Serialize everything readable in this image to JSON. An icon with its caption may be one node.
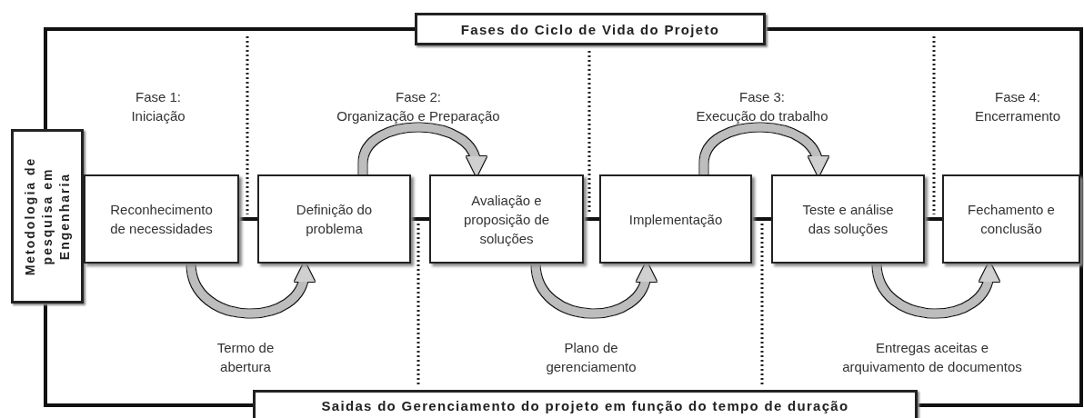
{
  "diagram": {
    "nodes": [
      {
        "text": [
          "Fases do Ciclo de Vida do Projeto"
        ]
      },
      {
        "text": [
          "Metodologia de pesquisa em Engenharia"
        ]
      },
      {
        "text": [
          "Saidas do Gerenciamento do projeto em função do tempo de duração"
        ]
      },
      {
        "text": [
          "Reconhecimento de necessidades"
        ]
      },
      {
        "text": [
          "Definição do problema"
        ]
      },
      {
        "text": [
          "Avaliação e proposição de soluções"
        ]
      },
      {
        "text": [
          "Implementação"
        ]
      },
      {
        "text": [
          "Teste e análise das soluções"
        ]
      },
      {
        "text": [
          "Fechamento e conclusão"
        ]
      }
    ],
    "edges": [
      {
        "from": 0,
        "to": 1,
        "arrow": "none"
      },
      {
        "from": 1,
        "to": 2,
        "arrow": "none"
      },
      {
        "from": 0,
        "to": 2,
        "arrow": "none"
      },
      {
        "from": 3,
        "to": 4,
        "arrow": "none"
      },
      {
        "from": 4,
        "to": 5,
        "arrow": "none"
      },
      {
        "from": 5,
        "to": 6,
        "arrow": "none"
      },
      {
        "from": 6,
        "to": 7,
        "arrow": "none"
      },
      {
        "from": 7,
        "to": 8,
        "arrow": "none"
      },
      {
        "from": 3,
        "to": 4,
        "arrow": "to",
        "style": "thick",
        "color": "#bdbdbd"
      },
      {
        "from": 4,
        "to": 5,
        "arrow": "to",
        "style": "thick",
        "color": "#bdbdbd"
      },
      {
        "from": 5,
        "to": 6,
        "arrow": "to",
        "style": "thick",
        "color": "#bdbdbd"
      },
      {
        "from": 6,
        "to": 7,
        "arrow": "to",
        "style": "thick",
        "color": "#bdbdbd"
      },
      {
        "from": 7,
        "to": 8,
        "arrow": "to",
        "style": "thick",
        "color": "#bdbdbd"
      }
    ],
    "labels": [
      "Fase 1:",
      "Iniciação",
      "Fase 2:",
      "Organização e Preparação",
      "Fase 3:",
      "Execução do trabalho",
      "Fase 4:",
      "Encerramento",
      "Termo de abertura",
      "Plano de gerenciamento",
      "Entregas aceitas e arquivamento de documentos"
    ]
  }
}
